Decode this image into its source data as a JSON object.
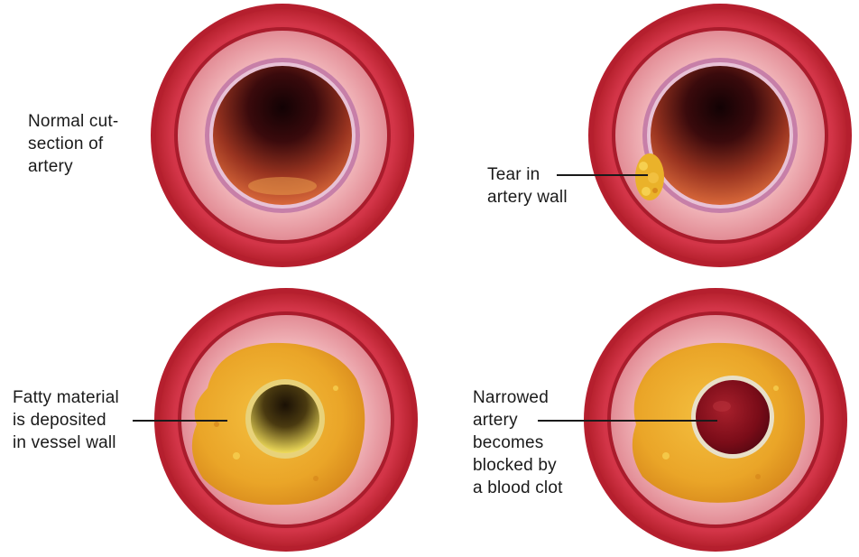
{
  "labels": {
    "normal": {
      "line1": "Normal cut-",
      "line2": "section of",
      "line3": "artery"
    },
    "tear": {
      "line1": "Tear in",
      "line2": "artery wall"
    },
    "fatty": {
      "line1": "Fatty material",
      "line2": "is deposited",
      "line3": "in vessel wall"
    },
    "clot": {
      "line1": "Narrowed",
      "line2": "artery",
      "line3": "becomes",
      "line4": "blocked by",
      "line5": "a blood clot"
    }
  },
  "colors": {
    "adventitia": "#c8283a",
    "media": "#e89aa2",
    "intima": "#c77fa8",
    "lumen_dark": "#2a0508",
    "lumen_mid": "#b8402a",
    "plaque": "#e8a52a",
    "clot": "#8a1420",
    "leader_line": "#1a1a1a"
  }
}
